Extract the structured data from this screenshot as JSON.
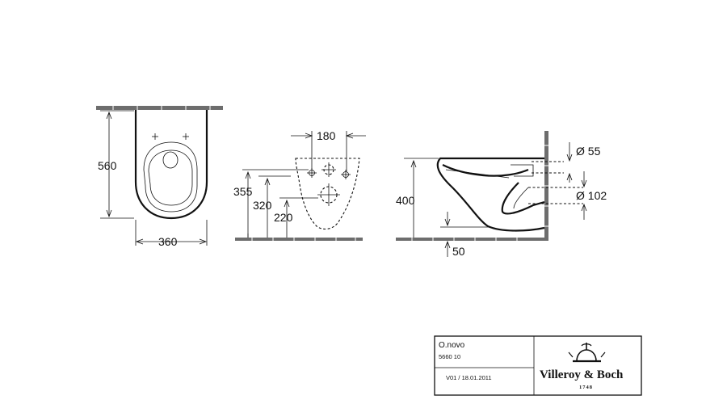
{
  "views": {
    "top": {
      "depth_label": "560",
      "width_label": "360"
    },
    "front": {
      "hole_spacing_label": "180",
      "height_outer_label": "355",
      "height_mid_label": "320",
      "height_inner_label": "220"
    },
    "side": {
      "height_label": "400",
      "floor_offset_label": "50",
      "inlet_diameter_label": "Ø 55",
      "outlet_diameter_label": "Ø 102"
    }
  },
  "title_block": {
    "product_name": "O.novo",
    "article_number": "5660 10",
    "version_date": "V01 / 18.01.2011",
    "brand_name": "Villeroy & Boch",
    "brand_year": "1748"
  }
}
